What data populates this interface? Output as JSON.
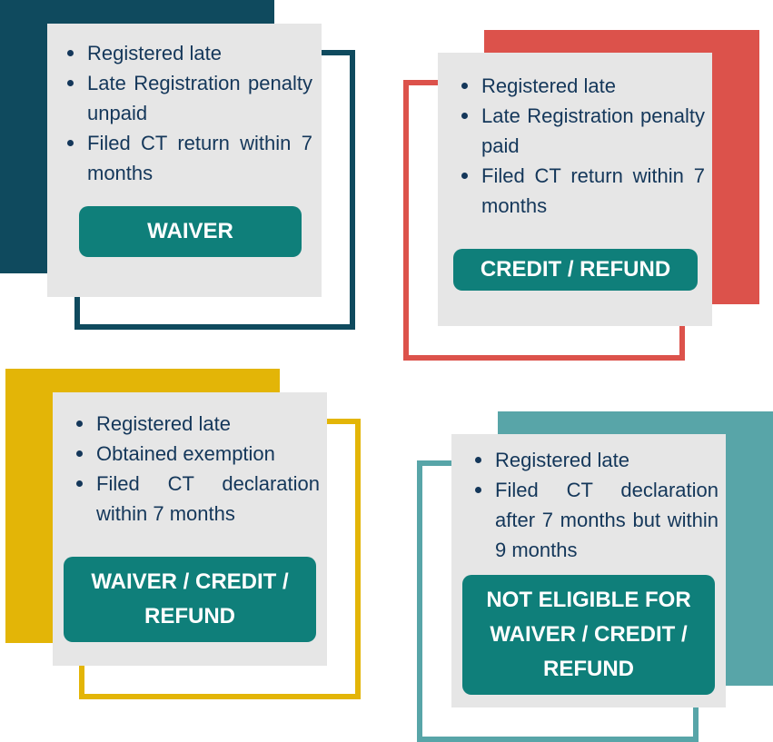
{
  "colors": {
    "navy": "#0f4a5e",
    "coral": "#dc524b",
    "gold": "#e3b507",
    "teal_light": "#58a5a8",
    "card_bg": "#e6e6e6",
    "pill_bg": "#0f7f7a",
    "text": "#14375a"
  },
  "cards": [
    {
      "bullets": [
        "Registered late",
        "Late Registration penalty unpaid",
        "Filed CT return within 7 months"
      ],
      "outcome": "WAIVER"
    },
    {
      "bullets": [
        "Registered late",
        "Late Registration penalty paid",
        "Filed CT return within 7 months"
      ],
      "outcome": "CREDIT / REFUND"
    },
    {
      "bullets": [
        "Registered late",
        "Obtained exemption",
        "Filed CT declaration within 7 months"
      ],
      "outcome": "WAIVER / CREDIT / REFUND"
    },
    {
      "bullets": [
        "Registered late",
        "Filed CT declaration after 7 months but within 9 months"
      ],
      "outcome": "NOT ELIGIBLE FOR WAIVER / CREDIT / REFUND"
    }
  ]
}
